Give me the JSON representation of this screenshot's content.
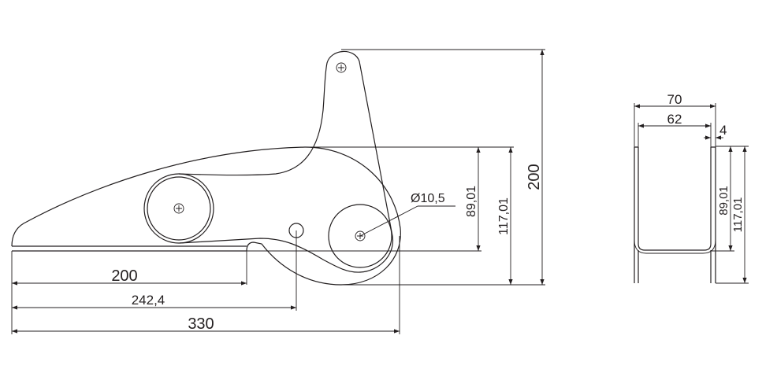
{
  "side_view": {
    "dim_length_to_notch": "200",
    "dim_length_to_hole": "242,4",
    "dim_total_length": "330",
    "dim_hole_diameter": "Ø10,5",
    "dim_height_inner": "89,01",
    "dim_height_outer": "117,01",
    "dim_total_height": "200"
  },
  "end_view": {
    "dim_outer_width": "70",
    "dim_inner_width": "62",
    "dim_wall_thickness": "4",
    "dim_height_inner": "89,01",
    "dim_height_outer": "117,01"
  }
}
